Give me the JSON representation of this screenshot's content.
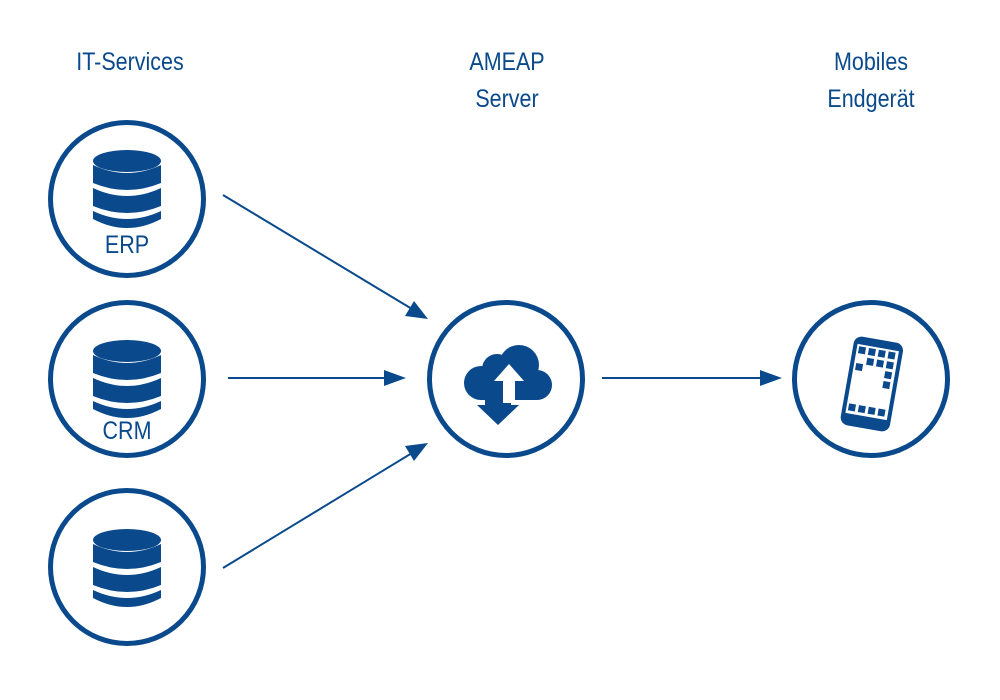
{
  "colors": {
    "primary": "#0a4a8c",
    "background": "#ffffff"
  },
  "columns": {
    "sources": {
      "title": "IT-Services"
    },
    "server": {
      "title_line1": "AMEAP",
      "title_line2": "Server"
    },
    "device": {
      "title_line1": "Mobiles",
      "title_line2": "Endgerät"
    }
  },
  "nodes": [
    {
      "id": "erp",
      "icon": "database-icon",
      "caption": "ERP"
    },
    {
      "id": "crm",
      "icon": "database-icon",
      "caption": "CRM"
    },
    {
      "id": "db3",
      "icon": "database-icon",
      "caption": ""
    },
    {
      "id": "server",
      "icon": "cloud-upload-download-icon",
      "caption": ""
    },
    {
      "id": "mobile",
      "icon": "smartphone-icon",
      "caption": ""
    }
  ],
  "edges": [
    {
      "from": "erp",
      "to": "server"
    },
    {
      "from": "crm",
      "to": "server"
    },
    {
      "from": "db3",
      "to": "server"
    },
    {
      "from": "server",
      "to": "mobile"
    }
  ]
}
